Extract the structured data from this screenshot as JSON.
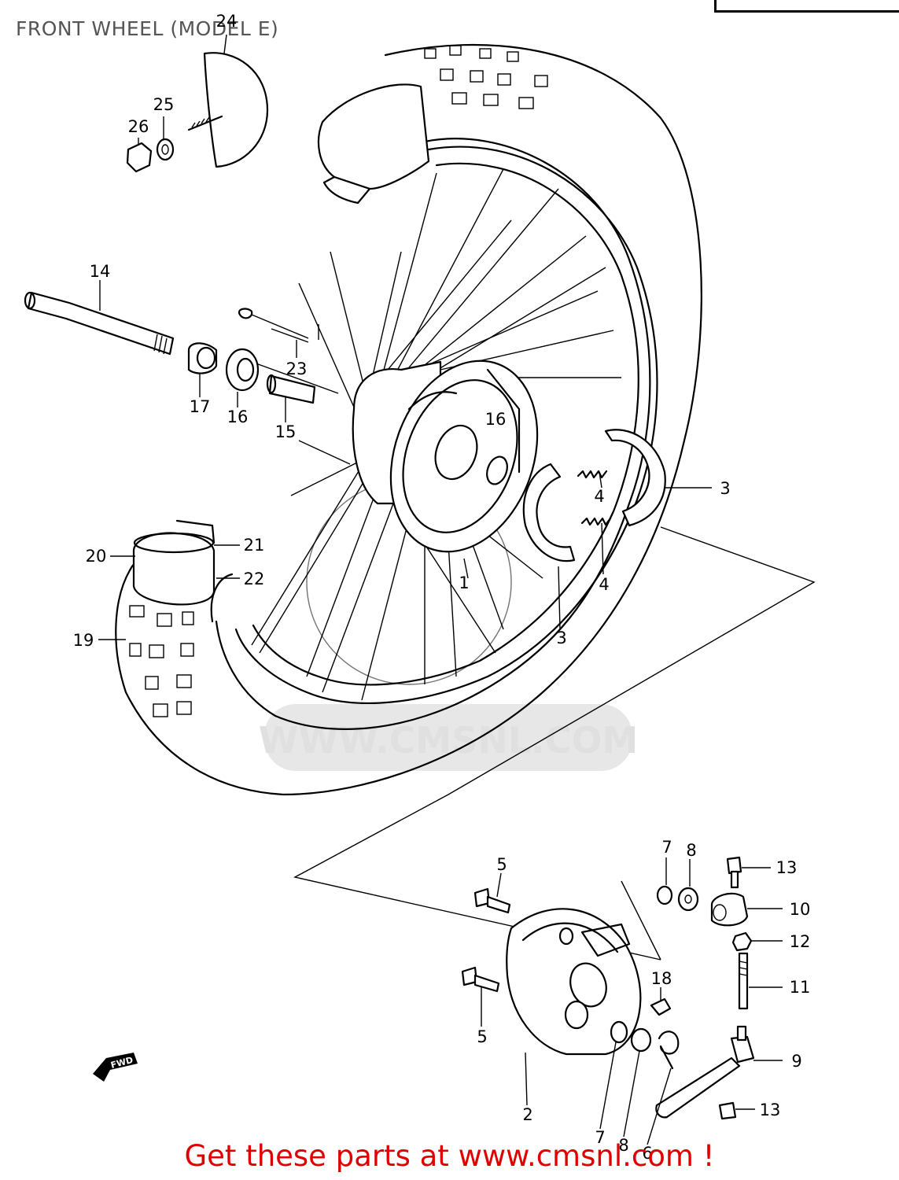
{
  "title": "FRONT WHEEL (MODEL E)",
  "watermark": "WWW.CMSNL.COM",
  "promo": "Get these parts at www.cmsnl.com !",
  "fwd_label": "FWD",
  "callouts": [
    {
      "id": "c24",
      "text": "24"
    },
    {
      "id": "c25",
      "text": "25"
    },
    {
      "id": "c26",
      "text": "26"
    },
    {
      "id": "c14",
      "text": "14"
    },
    {
      "id": "c23",
      "text": "23"
    },
    {
      "id": "c17",
      "text": "17"
    },
    {
      "id": "c16a",
      "text": "16"
    },
    {
      "id": "c15",
      "text": "15"
    },
    {
      "id": "c16b",
      "text": "16"
    },
    {
      "id": "c3a",
      "text": "3"
    },
    {
      "id": "c4a",
      "text": "4"
    },
    {
      "id": "c4b",
      "text": "4"
    },
    {
      "id": "c1",
      "text": "1"
    },
    {
      "id": "c3b",
      "text": "3"
    },
    {
      "id": "c21",
      "text": "21"
    },
    {
      "id": "c20",
      "text": "20"
    },
    {
      "id": "c22",
      "text": "22"
    },
    {
      "id": "c19",
      "text": "19"
    },
    {
      "id": "c5a",
      "text": "5"
    },
    {
      "id": "c7a",
      "text": "7"
    },
    {
      "id": "c8a",
      "text": "8"
    },
    {
      "id": "c13a",
      "text": "13"
    },
    {
      "id": "c10",
      "text": "10"
    },
    {
      "id": "c12",
      "text": "12"
    },
    {
      "id": "c11",
      "text": "11"
    },
    {
      "id": "c18",
      "text": "18"
    },
    {
      "id": "c5b",
      "text": "5"
    },
    {
      "id": "c9",
      "text": "9"
    },
    {
      "id": "c13b",
      "text": "13"
    },
    {
      "id": "c2",
      "text": "2"
    },
    {
      "id": "c7b",
      "text": "7"
    },
    {
      "id": "c8b",
      "text": "8"
    },
    {
      "id": "c6",
      "text": "6"
    }
  ]
}
